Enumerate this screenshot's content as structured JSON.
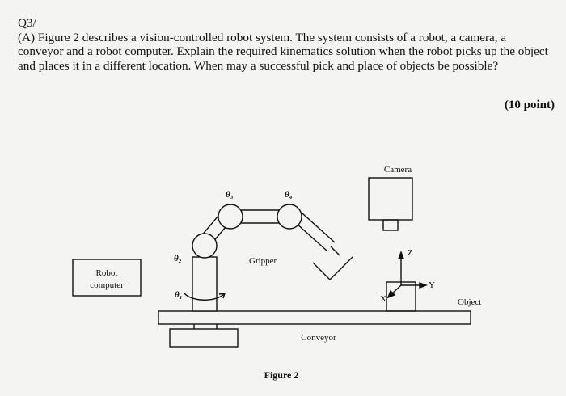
{
  "question": {
    "number": "Q3/",
    "text": "(A) Figure 2 describes a vision-controlled robot system. The system consists of a robot, a camera, a conveyor and a robot computer. Explain the required kinematics solution when the robot picks up the object and places it in a different location. When may a successful pick and place of objects be possible?",
    "points": "(10 point)"
  },
  "figure": {
    "caption": "Figure 2",
    "labels": {
      "robot_computer_line1": "Robot",
      "robot_computer_line2": "computer",
      "camera": "Camera",
      "gripper": "Gripper",
      "conveyor": "Conveyor",
      "object": "Object",
      "axis_x": "X",
      "axis_y": "Y",
      "axis_z": "Z",
      "theta1": "θ₁",
      "theta2": "θ₂",
      "theta3": "θ₃",
      "theta4": "θ₄"
    }
  }
}
